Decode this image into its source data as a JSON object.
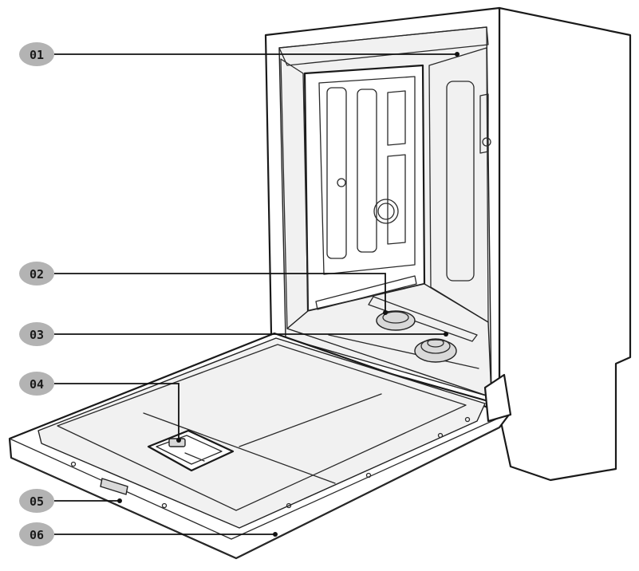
{
  "callouts": [
    {
      "id": "01",
      "label": "01"
    },
    {
      "id": "02",
      "label": "02"
    },
    {
      "id": "03",
      "label": "03"
    },
    {
      "id": "04",
      "label": "04"
    },
    {
      "id": "05",
      "label": "05"
    },
    {
      "id": "06",
      "label": "06"
    }
  ]
}
